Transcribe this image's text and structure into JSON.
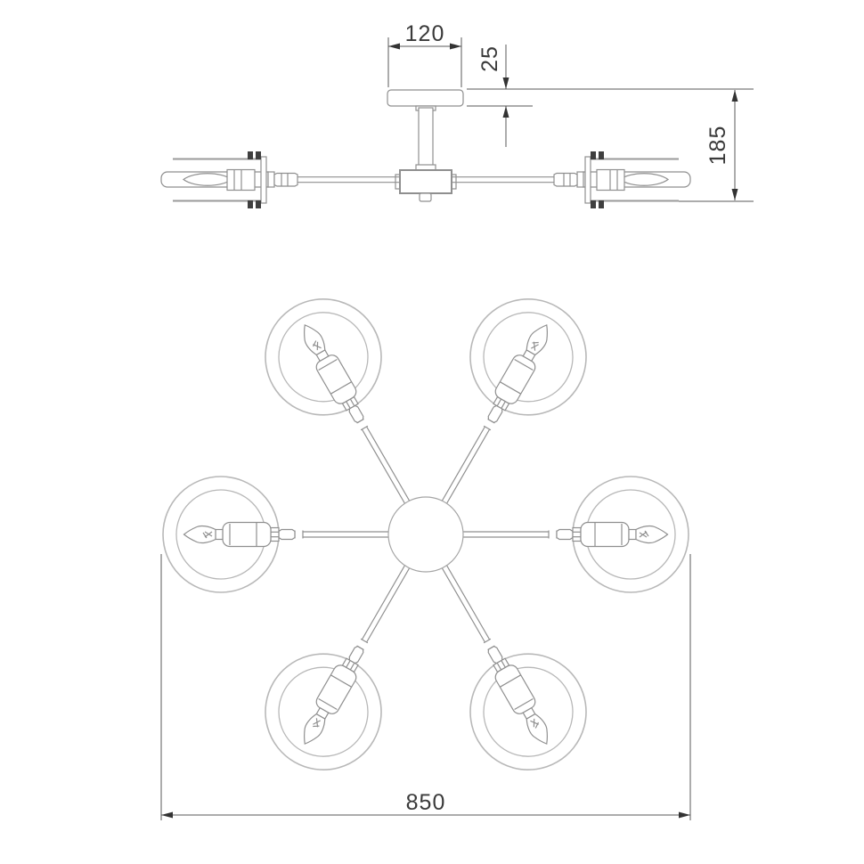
{
  "document": {
    "kind": "technical-dimension-drawing",
    "subject": "six-arm ceiling chandelier, front elevation and bottom plan view",
    "background": "#ffffff"
  },
  "dimensions": {
    "canopy_width": "120",
    "canopy_height": "25",
    "fixture_height": "185",
    "overall_diameter": "850"
  },
  "plan_view": {
    "arm_count": 6,
    "arm_angles_deg": [
      0,
      60,
      120,
      180,
      240,
      300
    ]
  },
  "colors": {
    "line": "#8f8f8f",
    "light_line": "#b8b8b8",
    "dimension_line": "#5a5a5a",
    "text": "#3a3a3a",
    "bolt_fill": "#3f3f3f"
  }
}
